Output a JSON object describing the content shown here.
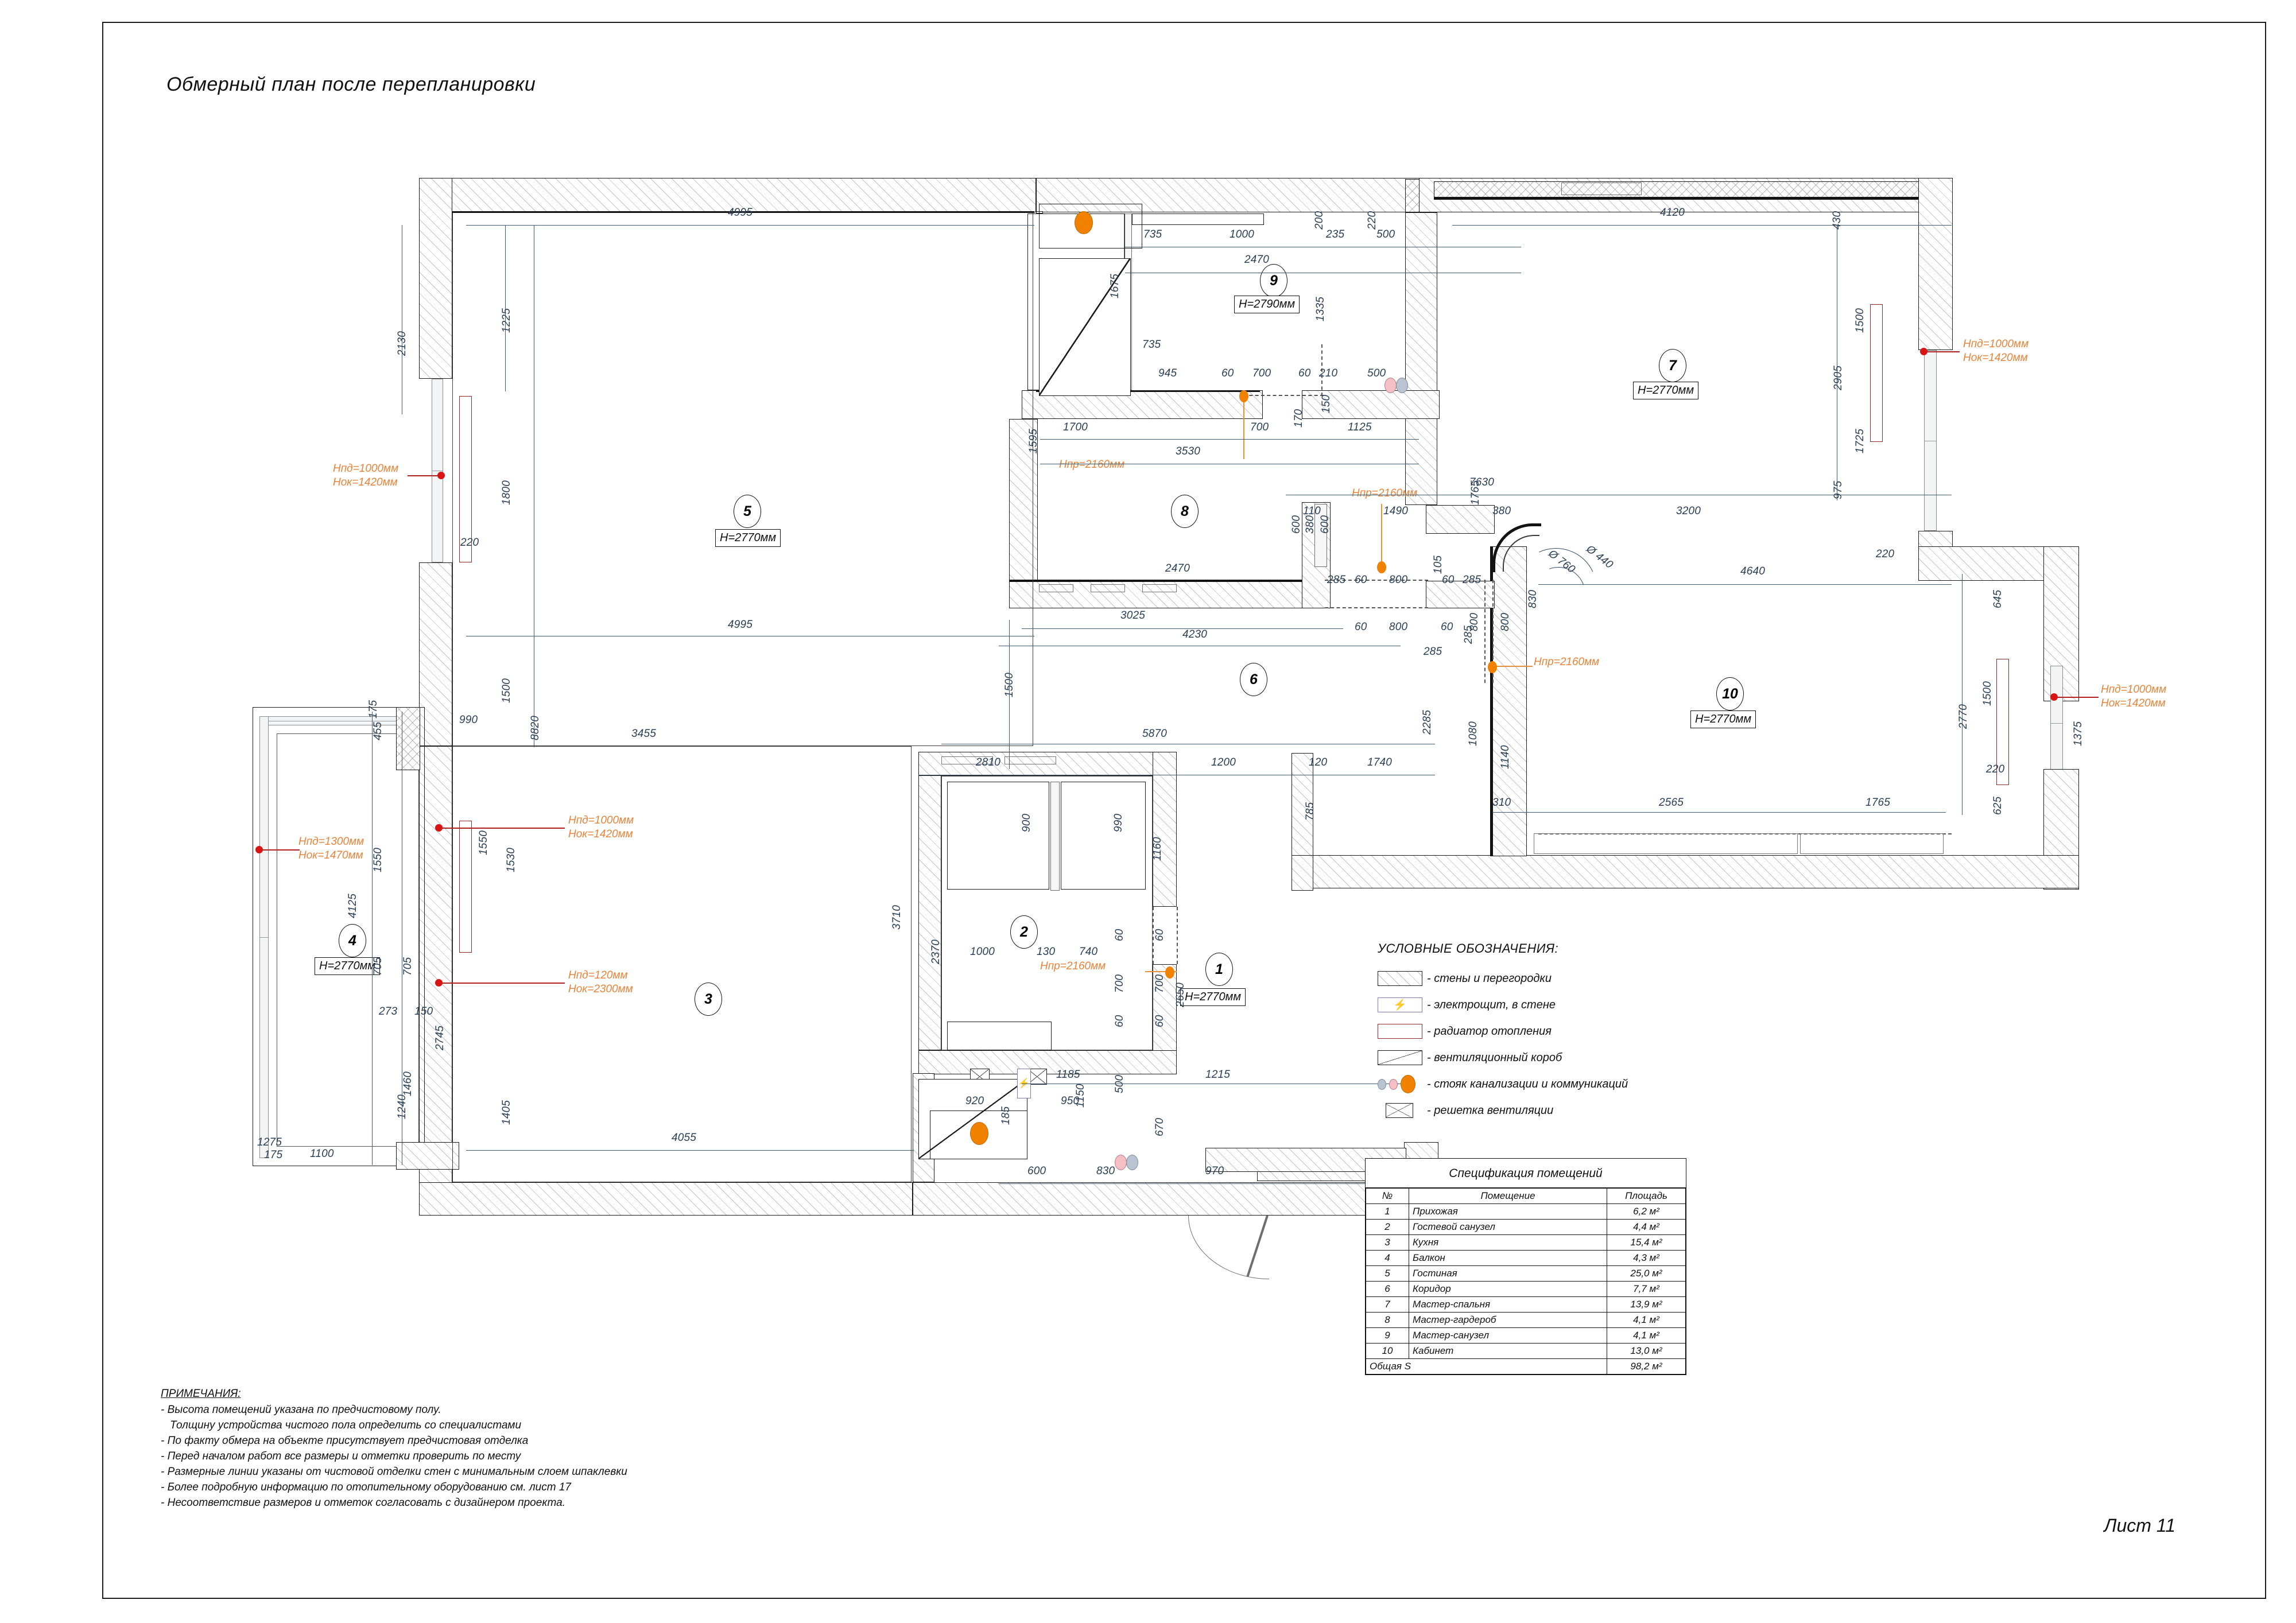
{
  "title": "Обмерный план после перепланировки",
  "sheet_label": "Лист 11",
  "legend": {
    "title": "УСЛОВНЫЕ ОБОЗНАЧЕНИЯ:",
    "items": [
      {
        "symbol": "hatched-wall-swatch",
        "label": "- стены и перегородки"
      },
      {
        "symbol": "electric-panel-swatch",
        "label": "- электрощит, в стене"
      },
      {
        "symbol": "radiator-swatch",
        "label": "- радиатор отопления"
      },
      {
        "symbol": "ventilation-duct-swatch",
        "label": "- вентиляционный короб"
      },
      {
        "symbol": "riser-swatch",
        "label": "- стояк канализации и коммуникаций"
      },
      {
        "symbol": "ventilation-grille-swatch",
        "label": "- решетка вентиляции"
      }
    ]
  },
  "spec": {
    "title": "Спецификация помещений",
    "columns": [
      "№",
      "Помещение",
      "Площадь"
    ],
    "rows": [
      {
        "no": "1",
        "name": "Прихожая",
        "area": "6,2 м²"
      },
      {
        "no": "2",
        "name": "Гостевой санузел",
        "area": "4,4 м²"
      },
      {
        "no": "3",
        "name": "Кухня",
        "area": "15,4 м²"
      },
      {
        "no": "4",
        "name": "Балкон",
        "area": "4,3 м²"
      },
      {
        "no": "5",
        "name": "Гостиная",
        "area": "25,0 м²"
      },
      {
        "no": "6",
        "name": "Коридор",
        "area": "7,7 м²"
      },
      {
        "no": "7",
        "name": "Мастер-спальня",
        "area": "13,9 м²"
      },
      {
        "no": "8",
        "name": "Мастер-гардероб",
        "area": "4,1 м²"
      },
      {
        "no": "9",
        "name": "Мастер-санузел",
        "area": "4,1 м²"
      },
      {
        "no": "10",
        "name": "Кабинет",
        "area": "13,0 м²"
      }
    ],
    "total_label": "Общая S",
    "total_area": "98,2 м²"
  },
  "notes": {
    "title": "ПРИМЕЧАНИЯ:",
    "lines": [
      "- Высота помещений указана по предчистовому полу.",
      "Толщину устройства чистого пола определить со специалистами",
      "- По факту обмера на объекте присутствует предчистовая отделка",
      "- Перед началом работ все размеры и отметки проверить по месту",
      "- Размерные линии указаны от чистовой отделки стен с минимальным слоем шпаклевки",
      "- Более подробную информацию по отопительному оборудованию см. лист 17",
      "- Несоответствие размеров и отметок согласовать с дизайнером проекта."
    ]
  },
  "rooms": [
    {
      "no": "5",
      "height": "H=2770мм"
    },
    {
      "no": "9",
      "height": "H=2790мм"
    },
    {
      "no": "7",
      "height": "H=2770мм"
    },
    {
      "no": "8",
      "height": ""
    },
    {
      "no": "10",
      "height": "H=2770мм"
    },
    {
      "no": "6",
      "height": ""
    },
    {
      "no": "4",
      "height": "H=2770мм"
    },
    {
      "no": "3",
      "height": ""
    },
    {
      "no": "2",
      "height": ""
    },
    {
      "no": "1",
      "height": "H=2770мм"
    }
  ],
  "annotations": [
    {
      "id": "a1",
      "line1": "Нпд=1000мм",
      "line2": "Нок=1420мм"
    },
    {
      "id": "a2",
      "line1": "Нпд=1000мм",
      "line2": "Нок=1420мм"
    },
    {
      "id": "a3",
      "line1": "Нпд=1300мм",
      "line2": "Нок=1470мм"
    },
    {
      "id": "a4",
      "line1": "Нпд=1000мм",
      "line2": "Нок=1420мм"
    },
    {
      "id": "a5",
      "line1": "Нпд=120мм",
      "line2": "Нок=2300мм"
    },
    {
      "id": "a6",
      "line1": "Нпд=1000мм",
      "line2": "Нок=1420мм"
    }
  ],
  "passage_heights": [
    {
      "id": "p1",
      "text": "Нпр=2160мм"
    },
    {
      "id": "p2",
      "text": "Нпр=2160мм"
    },
    {
      "id": "p3",
      "text": "Нпр=2160мм"
    },
    {
      "id": "p4",
      "text": "Нпр=2160мм"
    }
  ],
  "dimensions": {
    "top": [
      "4995",
      "735",
      "1000",
      "235",
      "500",
      "200",
      "220",
      "2470",
      "4120",
      "430"
    ],
    "left": [
      "2130",
      "1225",
      "1800",
      "1500",
      "8820",
      "3455",
      "1405",
      "220"
    ],
    "right": [
      "2905",
      "1500",
      "1725",
      "975",
      "2770",
      "1500",
      "220",
      "1375",
      "645",
      "625"
    ],
    "middle": [
      "1675",
      "735",
      "945",
      "60",
      "700",
      "60",
      "210",
      "500",
      "150",
      "170",
      "1700",
      "700",
      "1125",
      "3530",
      "1595",
      "2470",
      "3025",
      "4230",
      "110",
      "1490",
      "380",
      "600",
      "285",
      "800",
      "105",
      "60",
      "1765",
      "830",
      "3200",
      "7630",
      "4640",
      "2565",
      "1765",
      "310",
      "1140",
      "1080",
      "2285",
      "1740",
      "120",
      "1200",
      "2810",
      "5870",
      "1500",
      "900",
      "990",
      "1000",
      "130",
      "740",
      "2370",
      "920",
      "950",
      "185",
      "500",
      "670",
      "1160",
      "2650",
      "785",
      "3710",
      "4055",
      "1150",
      "600",
      "830",
      "970",
      "1185",
      "1215",
      "4125",
      "1550",
      "455",
      "175",
      "705",
      "1460",
      "1275",
      "1100",
      "273",
      "150",
      "2745",
      "1240",
      "1530"
    ],
    "diameters": [
      "Ø 760",
      "Ø 440"
    ]
  },
  "colors": {
    "wall_line": "#1d1d1d",
    "dimension": "#2a3f55",
    "annotation_orange": "#e8833a",
    "leader_red": "#b02020",
    "riser_orange": "#f08200",
    "radiator": "#8d2b2b",
    "electric_panel": "#8d73b5"
  }
}
